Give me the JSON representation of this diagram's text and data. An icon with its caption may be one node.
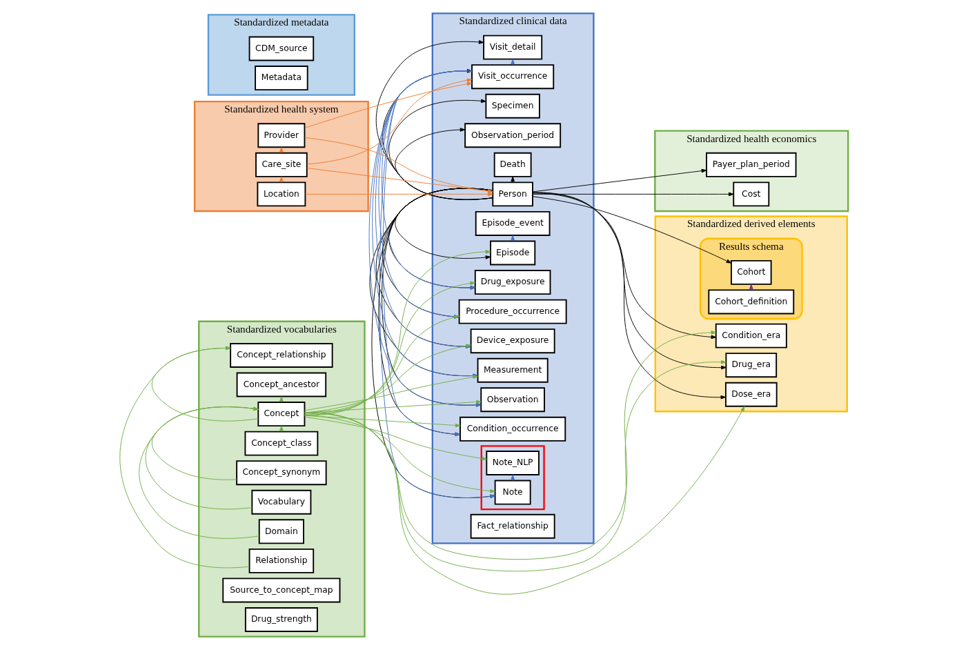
{
  "diagram": {
    "nodes": [
      {
        "text": [
          "Standardized clinical data"
        ]
      },
      {
        "text": [
          "Person"
        ],
        "in": 0
      },
      {
        "text": [
          "Observation_period"
        ],
        "in": 0
      },
      {
        "text": [
          "Death"
        ],
        "in": 0
      },
      {
        "text": [
          "Visit_occurrence"
        ],
        "in": 0
      },
      {
        "text": [
          "Visit_detail"
        ],
        "in": 0
      },
      {
        "text": [
          "Condition_occurrence"
        ],
        "in": 0
      },
      {
        "text": [
          "Drug_exposure"
        ],
        "in": 0
      },
      {
        "text": [
          "Procedure_occurrence"
        ],
        "in": 0
      },
      {
        "text": [
          "Device_exposure"
        ],
        "in": 0
      },
      {
        "text": [
          "Measurement"
        ],
        "in": 0
      },
      {
        "text": [
          "Observation"
        ],
        "in": 0
      },
      {
        "text": [],
        "shape": "box",
        "in": 0
      },
      {
        "text": [
          "Note"
        ],
        "in": 12
      },
      {
        "text": [
          "Note_NLP"
        ],
        "in": 12
      },
      {
        "text": [
          "Episode"
        ],
        "in": 0
      },
      {
        "text": [
          "Episode_event"
        ],
        "in": 0
      },
      {
        "text": [
          "Specimen"
        ],
        "in": 0
      },
      {
        "text": [
          "Fact_relationship"
        ],
        "in": 0
      },
      {
        "text": [
          "Standardized health system"
        ]
      },
      {
        "text": [
          "Location"
        ],
        "in": 19
      },
      {
        "text": [
          "Care_site"
        ],
        "in": 19
      },
      {
        "text": [
          "Provider"
        ],
        "in": 19
      },
      {
        "text": [
          "Standardized vocabularies"
        ]
      },
      {
        "text": [
          "Concept"
        ],
        "in": 23
      },
      {
        "text": [
          "Vocabulary"
        ],
        "in": 23
      },
      {
        "text": [
          "Domain"
        ],
        "in": 23
      },
      {
        "text": [
          "Concept_class"
        ],
        "in": 23
      },
      {
        "text": [
          "Concept_synonym"
        ],
        "in": 23
      },
      {
        "text": [
          "Concept_relationship"
        ],
        "in": 23
      },
      {
        "text": [
          "Relationship"
        ],
        "in": 23
      },
      {
        "text": [
          "Concept_ancestor"
        ],
        "in": 23
      },
      {
        "text": [
          "Source_to_concept_map"
        ],
        "in": 23
      },
      {
        "text": [
          "Drug_strength"
        ],
        "in": 23
      },
      {
        "text": [
          "Standardized health economics"
        ]
      },
      {
        "text": [
          "Cost"
        ],
        "in": 34
      },
      {
        "text": [
          "Payer_plan_period"
        ],
        "in": 34
      },
      {
        "text": [
          "Standardized derived elements"
        ]
      },
      {
        "text": [
          "Condition_era"
        ],
        "in": 37
      },
      {
        "text": [
          "Drug_era"
        ],
        "in": 37
      },
      {
        "text": [
          "Dose_era"
        ],
        "in": 37
      },
      {
        "text": [
          "Results schema"
        ],
        "in": 37
      },
      {
        "text": [
          "Cohort"
        ],
        "in": 41
      },
      {
        "text": [
          "Cohort_definition"
        ],
        "in": 41
      },
      {
        "text": [
          "Standardized metadata"
        ]
      },
      {
        "text": [
          "CDM_source"
        ],
        "in": 44
      },
      {
        "text": [
          "Metadata"
        ],
        "in": 44
      }
    ],
    "edges": [
      {
        "from": 1,
        "to": 2,
        "arrow": "to"
      },
      {
        "from": 1,
        "to": 3,
        "arrow": "to"
      },
      {
        "from": 1,
        "to": 4,
        "arrow": "to"
      },
      {
        "from": 1,
        "to": 5,
        "arrow": "to"
      },
      {
        "from": 1,
        "to": 6,
        "arrow": "to"
      },
      {
        "from": 1,
        "to": 7,
        "arrow": "to"
      },
      {
        "from": 1,
        "to": 8,
        "arrow": "to"
      },
      {
        "from": 1,
        "to": 9,
        "arrow": "to"
      },
      {
        "from": 1,
        "to": 10,
        "arrow": "to"
      },
      {
        "from": 1,
        "to": 11,
        "arrow": "to"
      },
      {
        "from": 1,
        "to": 13,
        "arrow": "to"
      },
      {
        "from": 1,
        "to": 15,
        "arrow": "to"
      },
      {
        "from": 1,
        "to": 17,
        "arrow": "to"
      },
      {
        "from": 1,
        "to": 35,
        "arrow": "to"
      },
      {
        "from": 1,
        "to": 36,
        "arrow": "to"
      },
      {
        "from": 1,
        "to": 38,
        "arrow": "to"
      },
      {
        "from": 1,
        "to": 39,
        "arrow": "to"
      },
      {
        "from": 1,
        "to": 40,
        "arrow": "to"
      },
      {
        "from": 1,
        "to": 42,
        "arrow": "to"
      },
      {
        "from": 4,
        "to": 5,
        "arrow": "to",
        "color": "#4472c4"
      },
      {
        "from": 4,
        "to": 6,
        "arrow": "to",
        "color": "#4472c4"
      },
      {
        "from": 4,
        "to": 7,
        "arrow": "to",
        "color": "#4472c4"
      },
      {
        "from": 4,
        "to": 8,
        "arrow": "to",
        "color": "#4472c4"
      },
      {
        "from": 4,
        "to": 9,
        "arrow": "to",
        "color": "#4472c4"
      },
      {
        "from": 4,
        "to": 10,
        "arrow": "to",
        "color": "#4472c4"
      },
      {
        "from": 4,
        "to": 11,
        "arrow": "to",
        "color": "#4472c4"
      },
      {
        "from": 4,
        "to": 13,
        "arrow": "to",
        "color": "#4472c4"
      },
      {
        "from": 13,
        "to": 14,
        "arrow": "to",
        "color": "#4472c4"
      },
      {
        "from": 15,
        "to": 16,
        "arrow": "to",
        "color": "#4472c4"
      },
      {
        "from": 20,
        "to": 1,
        "arrow": "to",
        "color": "#ed7d31"
      },
      {
        "from": 21,
        "to": 1,
        "arrow": "to",
        "color": "#ed7d31"
      },
      {
        "from": 22,
        "to": 1,
        "arrow": "to",
        "color": "#ed7d31"
      },
      {
        "from": 21,
        "to": 4,
        "arrow": "to",
        "color": "#ed7d31"
      },
      {
        "from": 22,
        "to": 4,
        "arrow": "to",
        "color": "#ed7d31"
      },
      {
        "from": 20,
        "to": 21,
        "arrow": "to",
        "color": "#ed7d31"
      },
      {
        "from": 21,
        "to": 22,
        "arrow": "to",
        "color": "#ed7d31"
      },
      {
        "from": 24,
        "to": 6,
        "arrow": "to",
        "color": "#70ad47"
      },
      {
        "from": 24,
        "to": 7,
        "arrow": "to",
        "color": "#70ad47"
      },
      {
        "from": 24,
        "to": 8,
        "arrow": "to",
        "color": "#70ad47"
      },
      {
        "from": 24,
        "to": 9,
        "arrow": "to",
        "color": "#70ad47"
      },
      {
        "from": 24,
        "to": 10,
        "arrow": "to",
        "color": "#70ad47"
      },
      {
        "from": 24,
        "to": 11,
        "arrow": "to",
        "color": "#70ad47"
      },
      {
        "from": 24,
        "to": 13,
        "arrow": "to",
        "color": "#70ad47"
      },
      {
        "from": 24,
        "to": 14,
        "arrow": "to",
        "color": "#70ad47"
      },
      {
        "from": 24,
        "to": 15,
        "arrow": "to",
        "color": "#70ad47"
      },
      {
        "from": 24,
        "to": 38,
        "arrow": "to",
        "color": "#70ad47"
      },
      {
        "from": 24,
        "to": 39,
        "arrow": "to",
        "color": "#70ad47"
      },
      {
        "from": 24,
        "to": 40,
        "arrow": "to",
        "color": "#70ad47"
      },
      {
        "from": 25,
        "to": 24,
        "arrow": "to",
        "color": "#70ad47"
      },
      {
        "from": 26,
        "to": 24,
        "arrow": "to",
        "color": "#70ad47"
      },
      {
        "from": 27,
        "to": 24,
        "arrow": "to",
        "color": "#70ad47"
      },
      {
        "from": 28,
        "to": 24,
        "arrow": "to",
        "color": "#70ad47"
      },
      {
        "from": 24,
        "to": 29,
        "arrow": "to",
        "color": "#70ad47"
      },
      {
        "from": 24,
        "to": 31,
        "arrow": "to",
        "color": "#70ad47"
      },
      {
        "from": 30,
        "to": 29,
        "arrow": "to",
        "color": "#70ad47"
      },
      {
        "from": 43,
        "to": 42,
        "arrow": "to",
        "color": "#7030a0"
      }
    ]
  }
}
